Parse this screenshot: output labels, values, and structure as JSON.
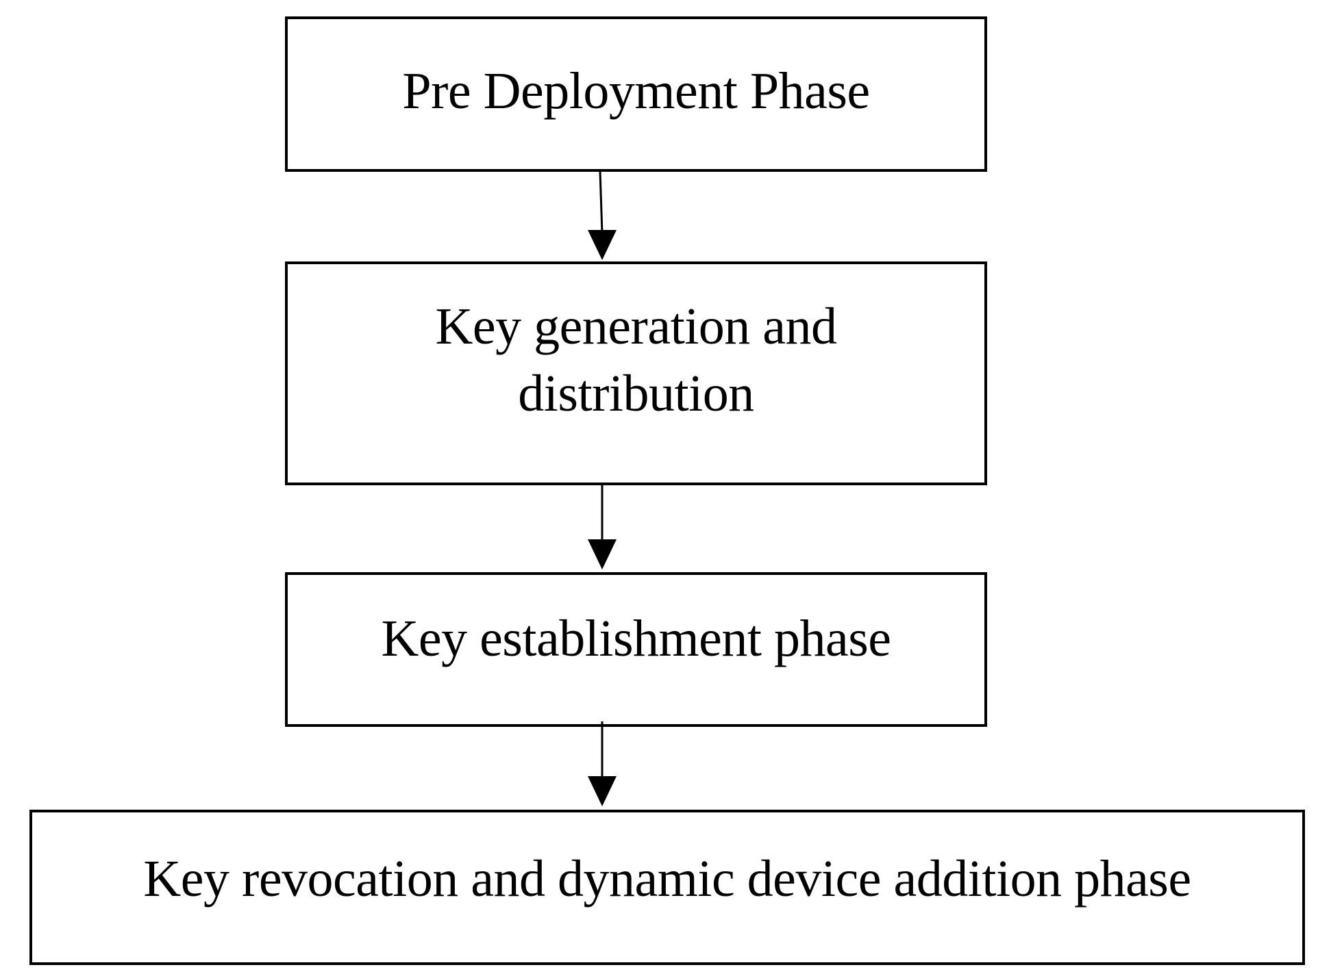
{
  "nodes": [
    {
      "id": "pre-deployment",
      "label": "Pre Deployment Phase"
    },
    {
      "id": "key-generation",
      "label": "Key generation and distribution"
    },
    {
      "id": "key-establishment",
      "label": "Key establishment phase"
    },
    {
      "id": "key-revocation",
      "label": "Key revocation and dynamic device addition phase"
    }
  ],
  "edges": [
    {
      "from": "pre-deployment",
      "to": "key-generation"
    },
    {
      "from": "key-generation",
      "to": "key-establishment"
    },
    {
      "from": "key-establishment",
      "to": "key-revocation"
    }
  ],
  "colors": {
    "stroke": "#000000",
    "background": "#ffffff"
  }
}
